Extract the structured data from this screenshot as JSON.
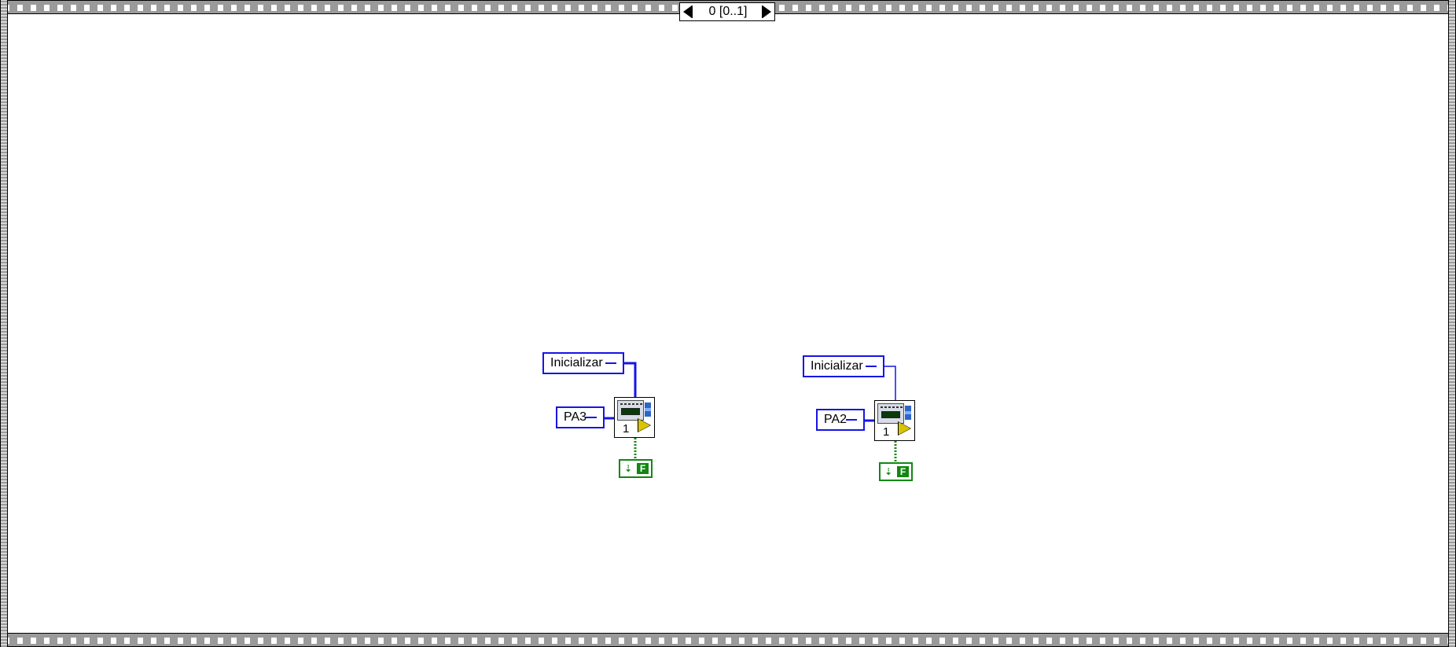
{
  "sequence": {
    "selector_label": "0 [0..1]"
  },
  "nodes": [
    {
      "mode_constant": "Inicializar",
      "channel_constant": "PA3",
      "vi_label": "1",
      "boolean_constant": "F"
    },
    {
      "mode_constant": "Inicializar",
      "channel_constant": "PA2",
      "vi_label": "1",
      "boolean_constant": "F"
    }
  ],
  "colors": {
    "enum_wire": "#1515e6",
    "boolean_wire": "#118811",
    "frame": "#9a9a9a"
  }
}
